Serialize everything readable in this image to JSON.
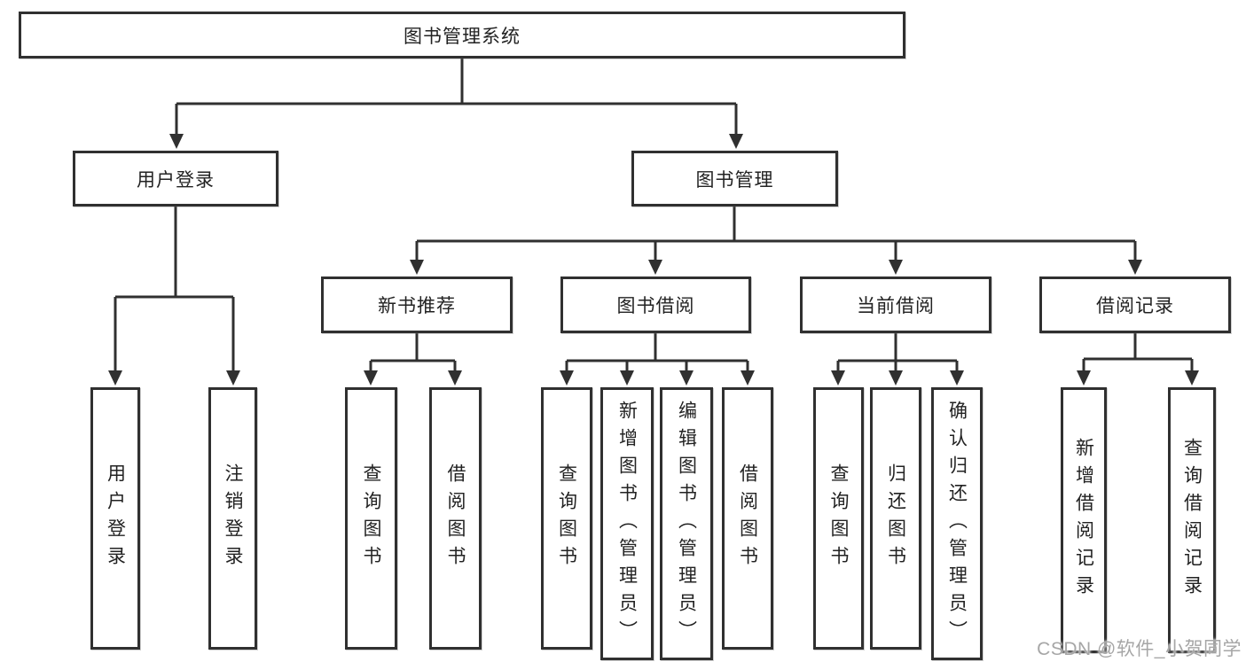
{
  "diagram": {
    "type": "hierarchy-tree",
    "orientation": "top-down"
  },
  "colors": {
    "line": "#303030",
    "box_border": "#303030",
    "box_fill": "#ffffff",
    "text": "#222222",
    "background": "#ffffff",
    "watermark": "#a6a6a6"
  },
  "tree": {
    "label": "图书管理系统",
    "children": [
      {
        "label": "用户登录",
        "children": [
          {
            "label": "用户登录"
          },
          {
            "label": "注销登录"
          }
        ]
      },
      {
        "label": "图书管理",
        "children": [
          {
            "label": "新书推荐",
            "children": [
              {
                "label": "查询图书"
              },
              {
                "label": "借阅图书"
              }
            ]
          },
          {
            "label": "图书借阅",
            "children": [
              {
                "label": "查询图书"
              },
              {
                "label": "新增图书（管理员）"
              },
              {
                "label": "编辑图书（管理员）"
              },
              {
                "label": "借阅图书"
              }
            ]
          },
          {
            "label": "当前借阅",
            "children": [
              {
                "label": "查询图书"
              },
              {
                "label": "归还图书"
              },
              {
                "label": "确认归还（管理员）"
              }
            ]
          },
          {
            "label": "借阅记录",
            "children": [
              {
                "label": "新增借阅记录"
              },
              {
                "label": "查询借阅记录"
              }
            ]
          }
        ]
      }
    ]
  },
  "watermark": {
    "text": "CSDN @软件_小贺同学"
  }
}
